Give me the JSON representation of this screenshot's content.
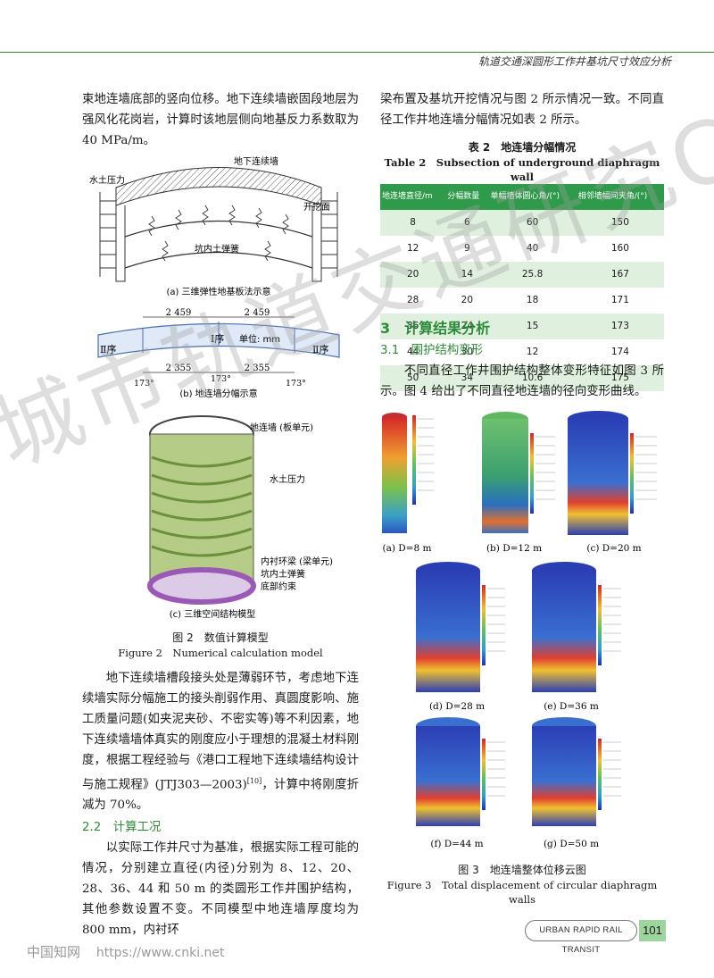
{
  "header": {
    "running_title": "轨道交通深圆形工作井基坑尺寸效应分析"
  },
  "left": {
    "para1": "束地连墙底部的竖向位移。地下连续墙嵌固段地层为强风化花岗岩，计算时该地层侧向地基反力系数取为 40 MPa/m。",
    "fig2a": {
      "label_wall": "地下连续墙",
      "label_pressure": "水土压力",
      "label_face": "开挖面",
      "label_spring": "坑内土弹簧",
      "caption": "(a) 三维弹性地基板法示意"
    },
    "fig2b": {
      "dim1": "2 459",
      "dim2": "2 459",
      "dim3": "2 355",
      "dim4": "2 355",
      "seq1": "Ⅱ序",
      "seq2": "Ⅰ序",
      "seq3": "Ⅱ序",
      "unit": "单位: mm",
      "ang1": "173°",
      "ang2": "173°",
      "ang3": "173°",
      "caption": "(b) 地连墙分幅示意"
    },
    "fig2c": {
      "label_wall": "地连墙 (板单元)",
      "label_pressure": "水土压力",
      "label_beam": "内衬环梁 (梁单元)",
      "label_spring": "坑内土弹簧",
      "label_bottom": "底部约束",
      "caption": "(c) 三维空间结构模型"
    },
    "fig2_caption_cn": "图 2　数值计算模型",
    "fig2_caption_en": "Figure 2　Numerical calculation model",
    "para2": "地下连续墙槽段接头处是薄弱环节，考虑地下连续墙实际分幅施工的接头削弱作用、真圆度影响、施工质量问题(如夹泥夹砂、不密实等)等不利因素，地下连续墙墙体真实的刚度应小于理想的混凝土材料刚度，根据工程经验与《港口工程地下连续墙结构设计与施工规程》(JTJ303—2003)",
    "para2_ref": "[10]",
    "para2_end": "，计算中将刚度折减为 70%。",
    "sec22_title": "2.2　计算工况",
    "para3": "以实际工作井尺寸为基准，根据实际工程可能的情况，分别建立直径(内径)分别为 8、12、20、28、36、44 和 50 m 的类圆形工作井围护结构，其他参数设置不变。不同模型中地连墙厚度均为 800 mm，内衬环"
  },
  "right": {
    "para1": "梁布置及基坑开挖情况与图 2 所示情况一致。不同直径工作井地连墙分幅情况如表 2 所示。",
    "table2": {
      "title_cn": "表 2　地连墙分幅情况",
      "title_en": "Table 2　Subsection of underground diaphragm wall",
      "headers": [
        "地连墙直径/m",
        "分幅数量",
        "单幅墙体圆心角/(°)",
        "相邻墙幅间夹角/(°)"
      ],
      "rows": [
        [
          "8",
          "6",
          "60",
          "150"
        ],
        [
          "12",
          "9",
          "40",
          "160"
        ],
        [
          "20",
          "14",
          "25.8",
          "167"
        ],
        [
          "28",
          "20",
          "18",
          "171"
        ],
        [
          "36",
          "24",
          "15",
          "173"
        ],
        [
          "44",
          "30",
          "12",
          "174"
        ],
        [
          "50",
          "34",
          "10.6",
          "175"
        ]
      ]
    },
    "sec3_title": "3　计算结果分析",
    "sec31_title": "3.1　围护结构变形",
    "para2": "不同直径工作井围护结构整体变形特征如图 3 所示。图 4 给出了不同直径地连墙的径向变形曲线。",
    "fig3": {
      "labels": [
        "(a) D=8 m",
        "(b) D=12 m",
        "(c) D=20 m",
        "(d) D=28 m",
        "(e) D=36 m",
        "(f) D=44 m",
        "(g) D=50 m"
      ],
      "caption_cn": "图 3　地连墙整体位移云图",
      "caption_en": "Figure 3　Total displacement of circular diaphragm walls"
    }
  },
  "footer": {
    "site_cn": "中国知网",
    "site_url": "https://www.cnki.net",
    "journal": "URBAN RAPID RAIL TRANSIT",
    "page": "101"
  },
  "watermark": "城市轨道交通研究CCRM"
}
